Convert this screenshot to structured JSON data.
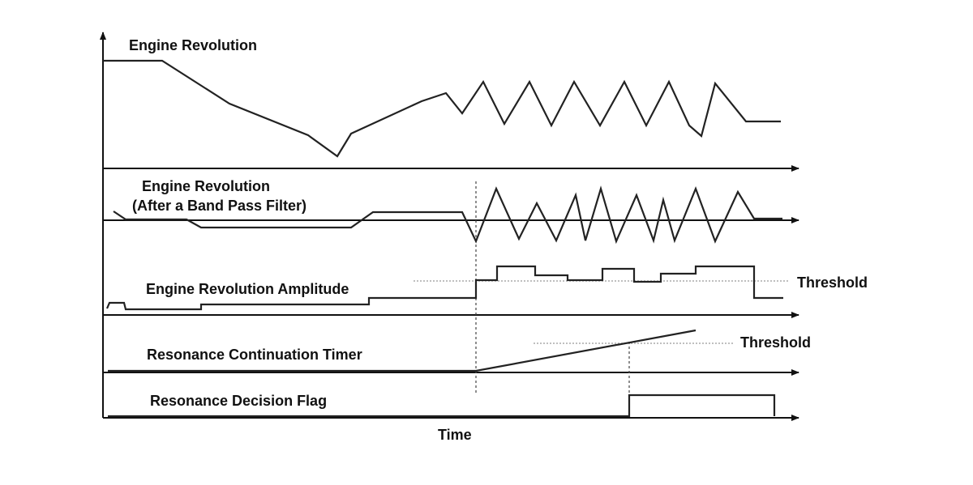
{
  "panels": {
    "engine_revolution": {
      "label": "Engine Revolution"
    },
    "band_pass": {
      "label_line1": "Engine Revolution",
      "label_line2": "(After a Band Pass Filter)"
    },
    "amplitude": {
      "label": "Engine Revolution Amplitude",
      "threshold_label": "Threshold"
    },
    "timer": {
      "label": "Resonance Continuation Timer",
      "threshold_label": "Threshold"
    },
    "flag": {
      "label": "Resonance Decision Flag"
    }
  },
  "x_axis_label": "Time",
  "colors": {
    "line": "#222222",
    "axis": "#111111",
    "threshold": "#aaaaaa",
    "marker": "#444444"
  }
}
